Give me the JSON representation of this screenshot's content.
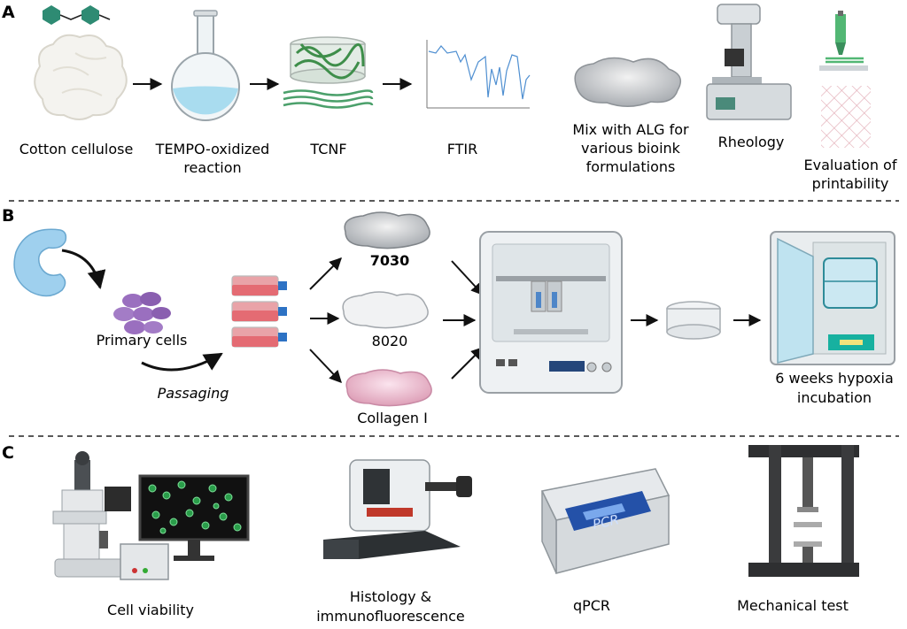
{
  "panels": {
    "a": "A",
    "b": "B",
    "c": "C"
  },
  "section_a": {
    "cotton": "Cotton cellulose",
    "tempo_line1": "TEMPO-oxidized",
    "tempo_line2": "reaction",
    "tcnf": "TCNF",
    "ftir": "FTIR",
    "mix_line1": "Mix with ALG for",
    "mix_line2": "various bioink",
    "mix_line3": "formulations",
    "rheology": "Rheology",
    "eval_line1": "Evaluation of",
    "eval_line2": "printability"
  },
  "section_b": {
    "primary": "Primary cells",
    "passaging": "Passaging",
    "f7030": "7030",
    "f8020": "8020",
    "collagen": "Collagen I",
    "hypoxia_line1": "6 weeks hypoxia",
    "hypoxia_line2": "incubation"
  },
  "section_c": {
    "viability": "Cell viability",
    "histo_line1": "Histology &",
    "histo_line2": "immunofluorescence",
    "qpcr": "qPCR",
    "pcr_screen": "PCR",
    "mech": "Mechanical test"
  },
  "colors": {
    "teal": "#2e8b73",
    "gray": "#9ea3a8",
    "pink": "#e9b7c9",
    "purple": "#9a6fbf",
    "blue_c": "#8fc7ea",
    "flask_red": "#e46b73",
    "screen_dark": "#111",
    "cell_green": "#3fb35a"
  }
}
